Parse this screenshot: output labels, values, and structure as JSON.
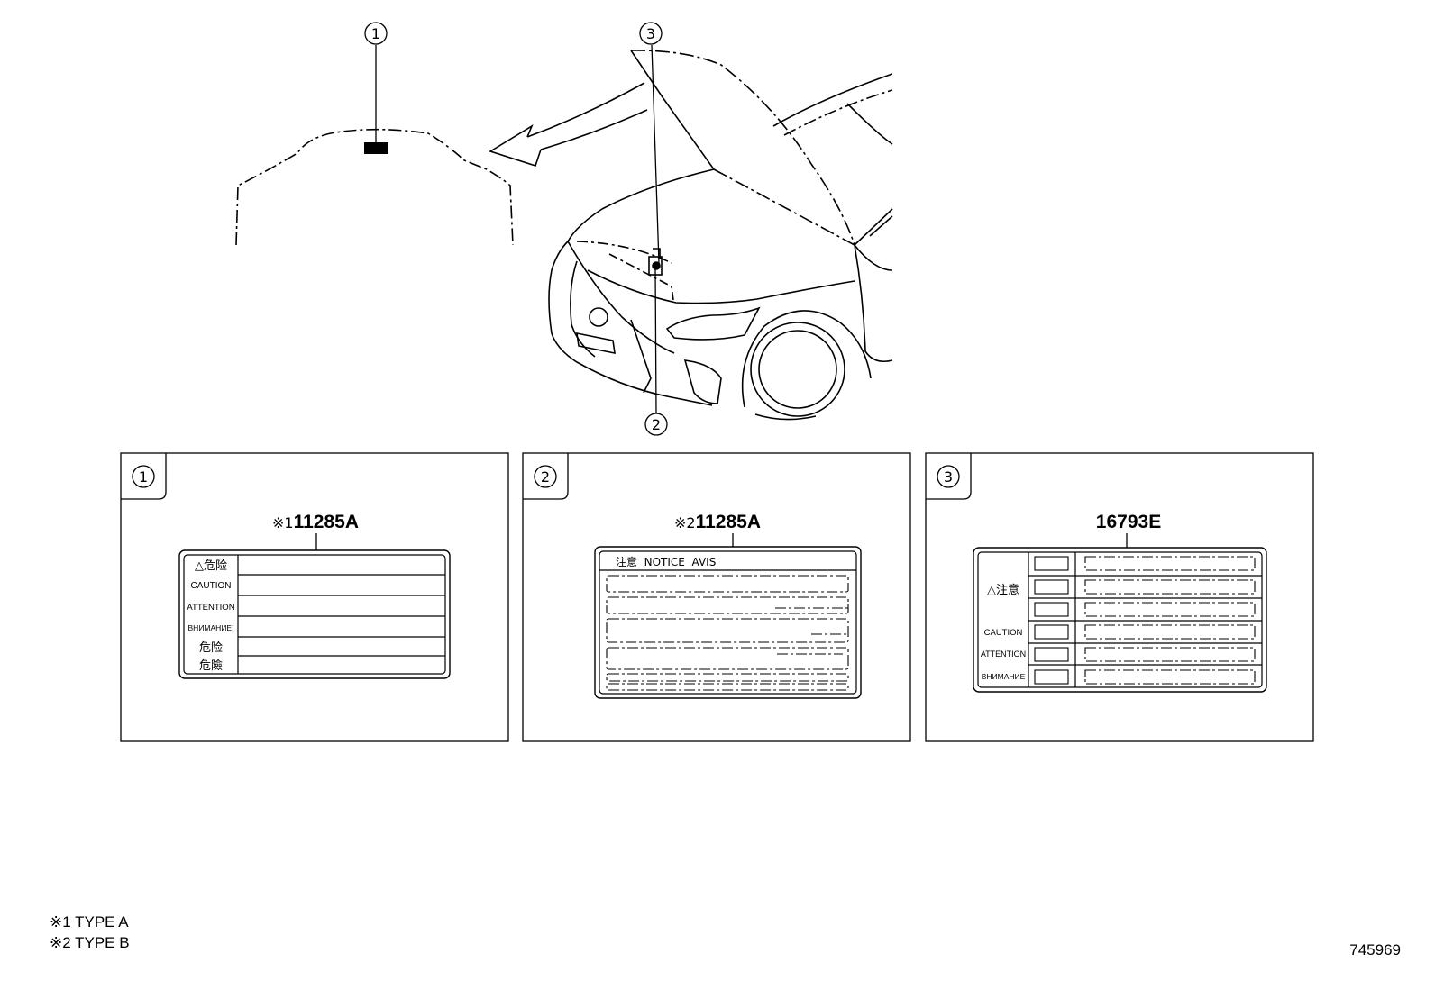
{
  "callouts": {
    "c1": "1",
    "c2": "2",
    "c3": "3"
  },
  "panels": [
    {
      "number": "1",
      "mark": "※1",
      "part_no": "11285A",
      "rows": [
        "△危险",
        "CAUTION",
        "ATTENTION",
        "ВНИМАНИЕ!",
        "危险",
        "危險"
      ]
    },
    {
      "number": "2",
      "mark": "※2",
      "part_no": "11285A",
      "header": "注意  NOTICE  AVIS"
    },
    {
      "number": "3",
      "part_no": "16793E",
      "labels": [
        "△注意",
        "CAUTION",
        "ATTENTION",
        "ВНИМАНИЕ"
      ]
    }
  ],
  "legend": [
    {
      "mark": "※1",
      "text": "TYPE A"
    },
    {
      "mark": "※2",
      "text": "TYPE B"
    }
  ],
  "figure_id": "745969"
}
